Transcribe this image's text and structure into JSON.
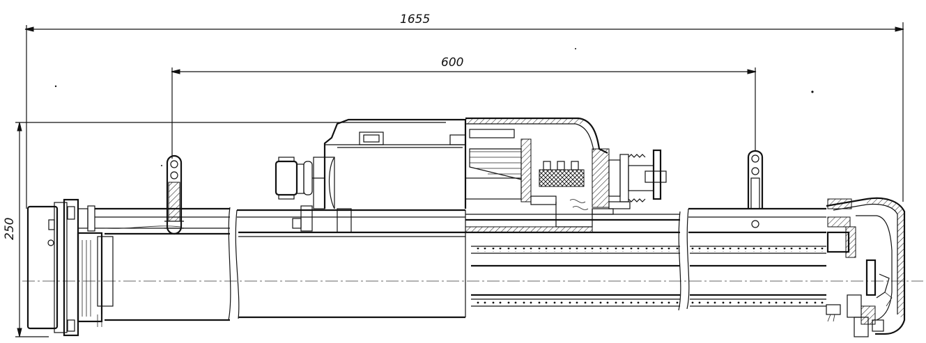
{
  "dimensions": {
    "overall_length": "1655",
    "mount_spacing": "600",
    "height": "250"
  }
}
